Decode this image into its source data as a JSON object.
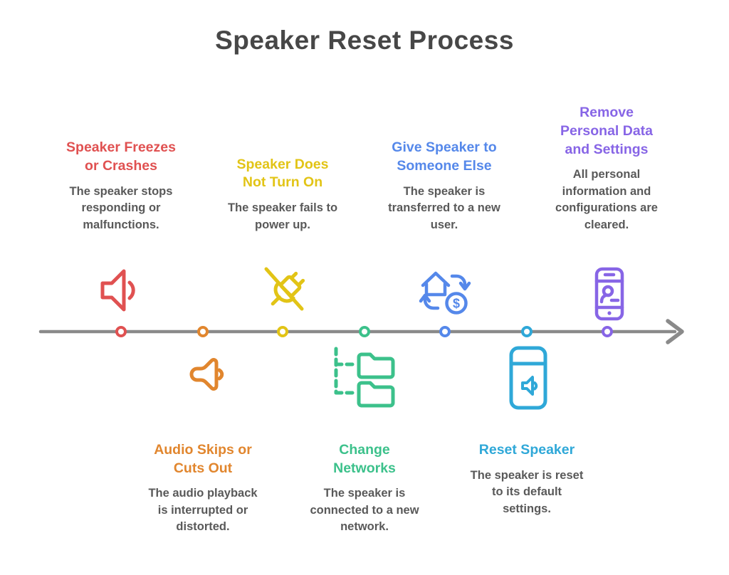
{
  "title": "Speaker Reset Process",
  "colors": {
    "background": "#ffffff",
    "title": "#474747",
    "description": "#595959",
    "line": "#8a8a8a"
  },
  "timeline": {
    "type": "horizontal-arrow",
    "direction": "left-to-right"
  },
  "steps": [
    {
      "title": "Speaker Freezes\nor Crashes",
      "description": "The speaker stops\nresponding or\nmalfunctions.",
      "color": "#e05151",
      "icon": "speaker-volume-icon",
      "side": "top"
    },
    {
      "title": "Audio Skips or\nCuts Out",
      "description": "The audio playback\nis interrupted or\ndistorted.",
      "color": "#e1862e",
      "icon": "rounded-speaker-icon",
      "side": "bottom"
    },
    {
      "title": "Speaker Does\nNot Turn On",
      "description": "The speaker fails to\npower up.",
      "color": "#e2c416",
      "icon": "no-power-plug-icon",
      "side": "top"
    },
    {
      "title": "Change\nNetworks",
      "description": "The speaker is\nconnected to a new\nnetwork.",
      "color": "#3cc18b",
      "icon": "folder-network-icon",
      "side": "bottom"
    },
    {
      "title": "Give Speaker to\nSomeone Else",
      "description": "The speaker is\ntransferred to a new\nuser.",
      "color": "#5588ea",
      "icon": "house-exchange-dollar-icon",
      "side": "top"
    },
    {
      "title": "Reset Speaker",
      "description": "The speaker is reset\nto its default\nsettings.",
      "color": "#2fa8d8",
      "icon": "smart-speaker-icon",
      "side": "bottom"
    },
    {
      "title": "Remove\nPersonal Data\nand Settings",
      "description": "All personal\ninformation and\nconfigurations are\ncleared.",
      "color": "#8765e6",
      "icon": "phone-remove-user-icon",
      "side": "top"
    }
  ]
}
